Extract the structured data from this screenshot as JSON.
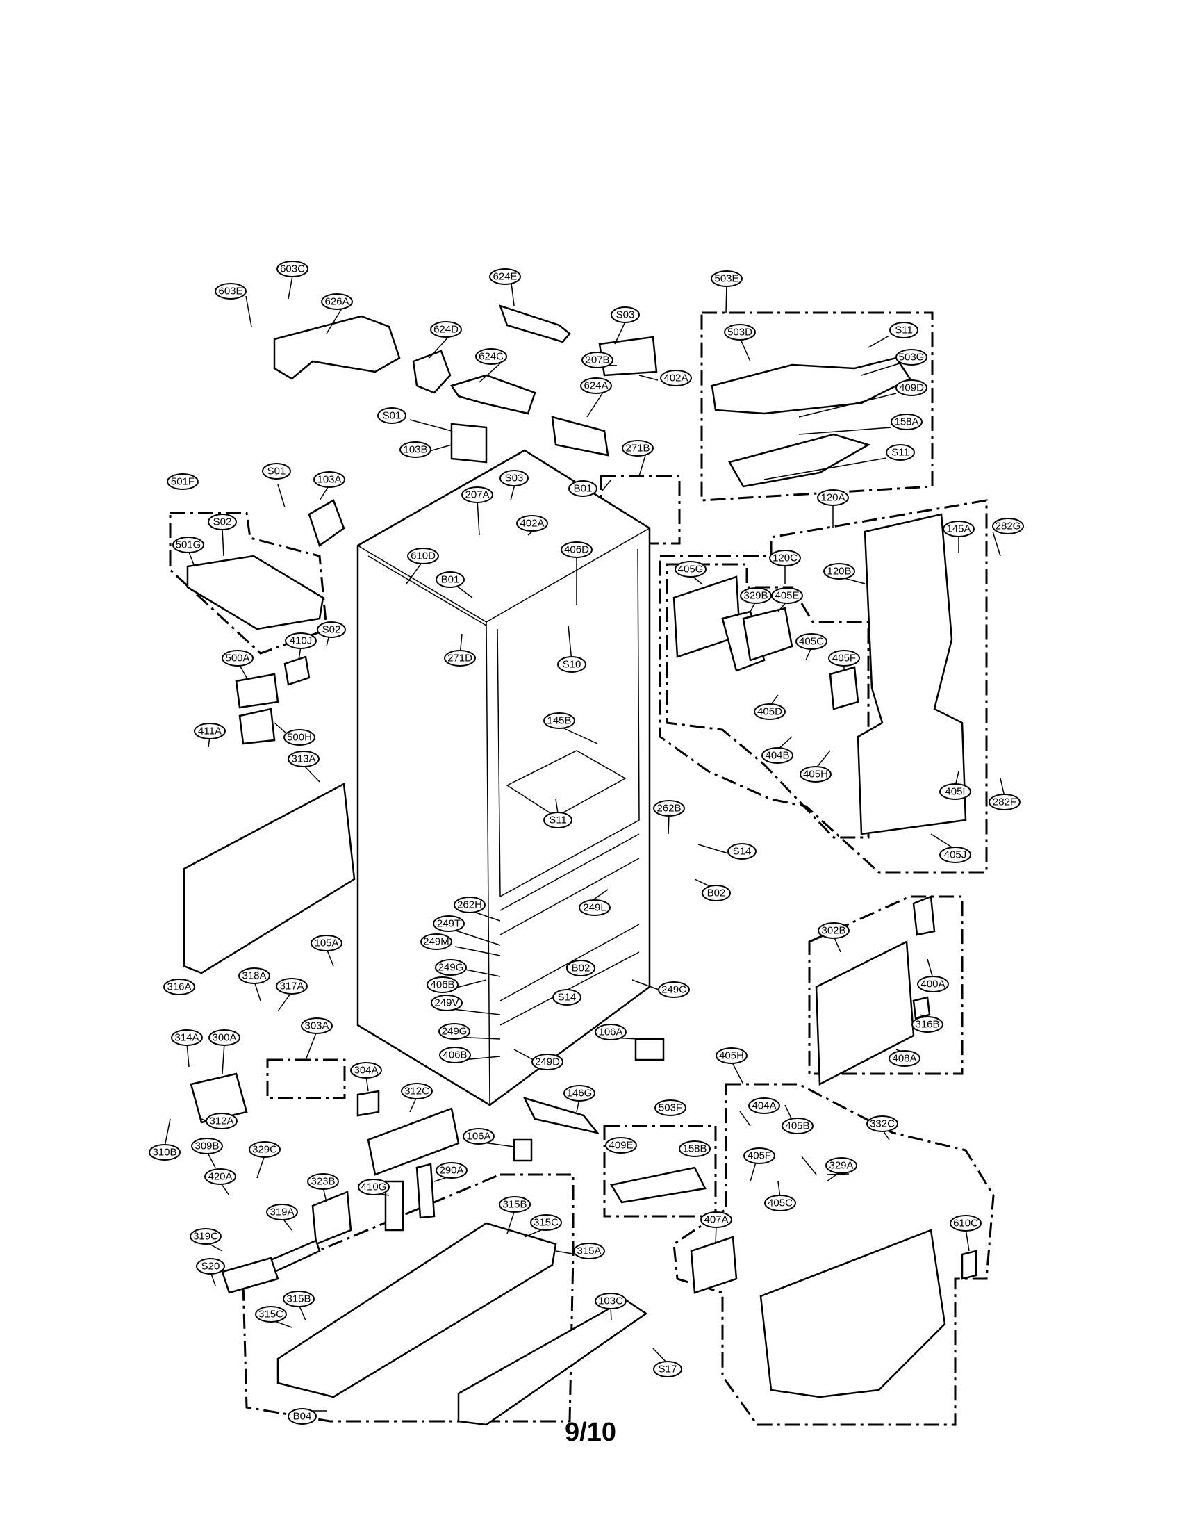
{
  "page": {
    "page_number": "9/10"
  },
  "labels": {
    "l603C": "603C",
    "l603E": "603E",
    "l626A": "626A",
    "l624E": "624E",
    "l624D": "624D",
    "l624C": "624C",
    "l624A": "624A",
    "lS03a": "S03",
    "l207B": "207B",
    "l402Aa": "402A",
    "lS01a": "S01",
    "l103B": "103B",
    "l271B": "271B",
    "lB01a": "B01",
    "l501F": "501F",
    "lS01b": "S01",
    "l103A": "103A",
    "lS03b": "S03",
    "l207A": "207A",
    "l402Ab": "402A",
    "lS02a": "S02",
    "l501G": "501G",
    "l610D": "610D",
    "lB01b": "B01",
    "l406D": "406D",
    "lS02b": "S02",
    "l410J": "410J",
    "l271D": "271D",
    "lS10": "S10",
    "l500A": "500A",
    "l411A": "411A",
    "l500H": "500H",
    "l145B": "145B",
    "l313A": "313A",
    "lS11c": "S11",
    "l262B": "262B",
    "lS14a": "S14",
    "lB02a": "B02",
    "l249L": "249L",
    "l262H": "262H",
    "l249T": "249T",
    "l249M": "249M",
    "l249Ga": "249G",
    "l105A": "105A",
    "lB02b": "B02",
    "l249C": "249C",
    "l406Ba": "406B",
    "lS14b": "S14",
    "l316A": "316A",
    "l318A": "318A",
    "l317A": "317A",
    "l249V": "249V",
    "l249Gb": "249G",
    "l406Bb": "406B",
    "l303A": "303A",
    "l106Aa": "106A",
    "l314A": "314A",
    "l300A": "300A",
    "l304A": "304A",
    "l249D": "249D",
    "l146G": "146G",
    "l312A": "312A",
    "l312C": "312C",
    "l310B": "310B",
    "l106Ab": "106A",
    "l309B": "309B",
    "l329Ca": "329C",
    "l420A": "420A",
    "l323B": "323B",
    "l410G": "410G",
    "l290A": "290A",
    "l319A": "319A",
    "l319C": "319C",
    "lS20": "S20",
    "l315Ba": "315B",
    "l315Ca": "315C",
    "l315A": "315A",
    "l103C": "103C",
    "l315Bb": "315B",
    "l315Cb": "315C",
    "lS17": "S17",
    "lB04": "B04",
    "l503E": "503E",
    "l503D": "503D",
    "lS11a": "S11",
    "l503G": "503G",
    "l409D": "409D",
    "l158A": "158A",
    "lS11b": "S11",
    "l120A": "120A",
    "l282G": "282G",
    "l145A": "145A",
    "l120C": "120C",
    "l405G": "405G",
    "l329B": "329B",
    "l405E": "405E",
    "l120B": "120B",
    "l405C": "405C",
    "l405F": "405F",
    "l405D": "405D",
    "l404B": "404B",
    "l405H": "405H",
    "l405I": "405I",
    "l282F": "282F",
    "l405J": "405J",
    "l302B": "302B",
    "l400A": "400A",
    "l316B": "316B",
    "l408A": "408A",
    "l503F": "503F",
    "l409E": "409E",
    "l158B": "158B",
    "l405Hb": "405H",
    "l404A": "404A",
    "l405Fb": "405F",
    "l405B": "405B",
    "l405Cb": "405C",
    "l329A": "329A",
    "l332C": "332C",
    "l407A": "407A",
    "l610C": "610C"
  }
}
